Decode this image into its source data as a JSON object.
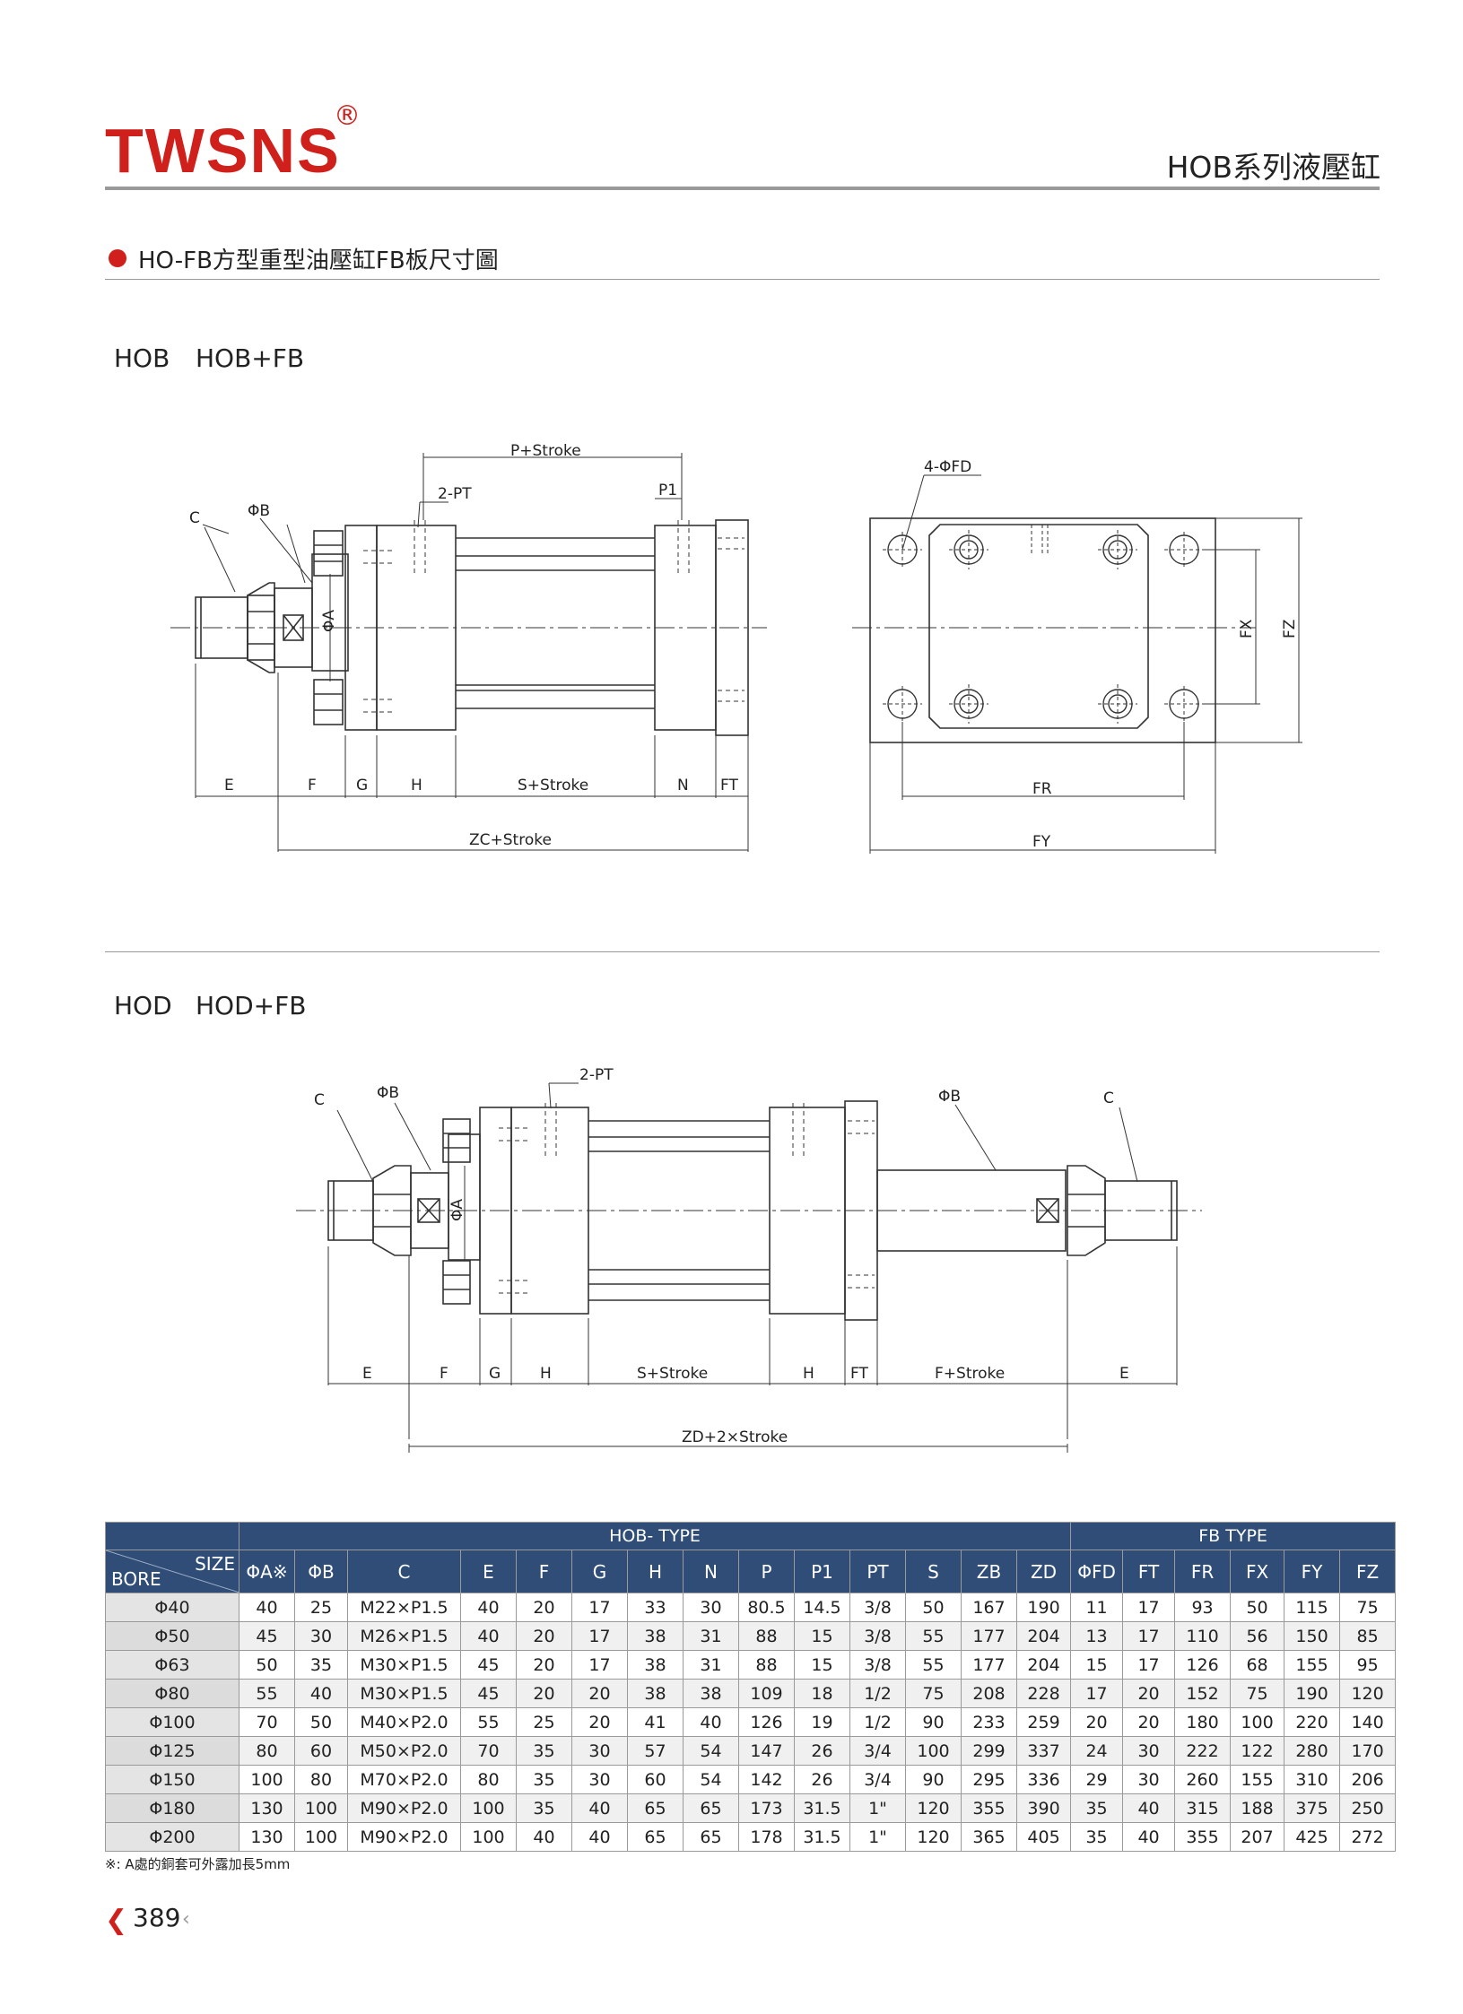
{
  "header": {
    "logo": "TWSNS",
    "registered": "®",
    "series_title": "HOB系列液壓缸"
  },
  "section": {
    "title": "HO-FB方型重型油壓缸FB板尺寸圖"
  },
  "drawing1": {
    "label_a": "HOB",
    "label_b": "HOB+FB",
    "callouts": [
      "P+Stroke",
      "2-PT",
      "P1",
      "C",
      "ΦB",
      "ΦA",
      "4-ΦFD",
      "FX",
      "FZ",
      "E",
      "F",
      "G",
      "H",
      "S+Stroke",
      "N",
      "FT",
      "ZC+Stroke",
      "FR",
      "FY"
    ]
  },
  "drawing2": {
    "label_a": "HOD",
    "label_b": "HOD+FB",
    "callouts": [
      "2-PT",
      "C",
      "ΦB",
      "ΦA",
      "ΦB",
      "C",
      "E",
      "F",
      "G",
      "H",
      "S+Stroke",
      "H",
      "FT",
      "F+Stroke",
      "E",
      "ZD+2×Stroke"
    ]
  },
  "table": {
    "group_hob": "HOB- TYPE",
    "group_fb": "FB TYPE",
    "size_label": "SIZE",
    "bore_label": "BORE",
    "columns": [
      "ΦA※",
      "ΦB",
      "C",
      "E",
      "F",
      "G",
      "H",
      "N",
      "P",
      "P1",
      "PT",
      "S",
      "ZB",
      "ZD",
      "ΦFD",
      "FT",
      "FR",
      "FX",
      "FY",
      "FZ"
    ],
    "rows": [
      [
        "Φ40",
        "40",
        "25",
        "M22×P1.5",
        "40",
        "20",
        "17",
        "33",
        "30",
        "80.5",
        "14.5",
        "3/8",
        "50",
        "167",
        "190",
        "11",
        "17",
        "93",
        "50",
        "115",
        "75"
      ],
      [
        "Φ50",
        "45",
        "30",
        "M26×P1.5",
        "40",
        "20",
        "17",
        "38",
        "31",
        "88",
        "15",
        "3/8",
        "55",
        "177",
        "204",
        "13",
        "17",
        "110",
        "56",
        "150",
        "85"
      ],
      [
        "Φ63",
        "50",
        "35",
        "M30×P1.5",
        "45",
        "20",
        "17",
        "38",
        "31",
        "88",
        "15",
        "3/8",
        "55",
        "177",
        "204",
        "15",
        "17",
        "126",
        "68",
        "155",
        "95"
      ],
      [
        "Φ80",
        "55",
        "40",
        "M30×P1.5",
        "45",
        "20",
        "20",
        "38",
        "38",
        "109",
        "18",
        "1/2",
        "75",
        "208",
        "228",
        "17",
        "20",
        "152",
        "75",
        "190",
        "120"
      ],
      [
        "Φ100",
        "70",
        "50",
        "M40×P2.0",
        "55",
        "25",
        "20",
        "41",
        "40",
        "126",
        "19",
        "1/2",
        "90",
        "233",
        "259",
        "20",
        "20",
        "180",
        "100",
        "220",
        "140"
      ],
      [
        "Φ125",
        "80",
        "60",
        "M50×P2.0",
        "70",
        "35",
        "30",
        "57",
        "54",
        "147",
        "26",
        "3/4",
        "100",
        "299",
        "337",
        "24",
        "30",
        "222",
        "122",
        "280",
        "170"
      ],
      [
        "Φ150",
        "100",
        "80",
        "M70×P2.0",
        "80",
        "35",
        "30",
        "60",
        "54",
        "142",
        "26",
        "3/4",
        "90",
        "295",
        "336",
        "29",
        "30",
        "260",
        "155",
        "310",
        "206"
      ],
      [
        "Φ180",
        "130",
        "100",
        "M90×P2.0",
        "100",
        "35",
        "40",
        "65",
        "65",
        "173",
        "31.5",
        "1\"",
        "120",
        "355",
        "390",
        "35",
        "40",
        "315",
        "188",
        "375",
        "250"
      ],
      [
        "Φ200",
        "130",
        "100",
        "M90×P2.0",
        "100",
        "40",
        "40",
        "65",
        "65",
        "178",
        "31.5",
        "1\"",
        "120",
        "365",
        "405",
        "35",
        "40",
        "355",
        "207",
        "425",
        "272"
      ]
    ]
  },
  "footnote": "※: A處的銅套可外露加長5mm",
  "page": {
    "number": "389",
    "prev_icon": "chevron-left-icon",
    "next_icon": "chevron-left-small-icon"
  },
  "colors": {
    "brand_red": "#d0201b",
    "table_header": "#2f4d77"
  }
}
